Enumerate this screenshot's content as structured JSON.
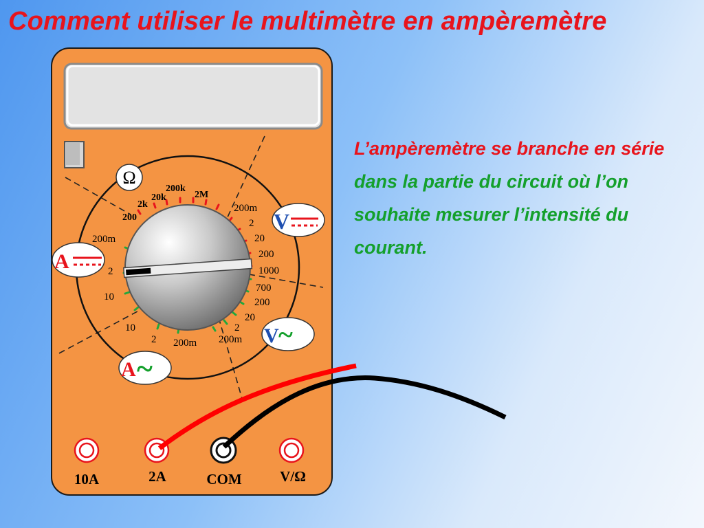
{
  "slide": {
    "title": "Comment utiliser le multimètre en ampèremètre",
    "text_red_1": "L’ampèremètre se branche ",
    "text_red_2": "en série",
    "text_green": " dans la partie du circuit où l’on souhaite mesurer l’intensité du courant."
  },
  "multimeter": {
    "labels": {
      "ohm": "Ω",
      "ohm_ranges": [
        "200",
        "2k",
        "20k",
        "200k",
        "2M"
      ],
      "vdc_ranges": [
        "200m",
        "2",
        "20",
        "200",
        "1000"
      ],
      "vac_ranges": [
        "700",
        "200",
        "20",
        "2",
        "200m"
      ],
      "aac_ranges": [
        "200m",
        "2",
        "10"
      ],
      "adc_ranges": [
        "10",
        "2",
        "200m"
      ]
    },
    "modes": {
      "vdc": "V",
      "vac": "V",
      "adc": "A",
      "aac": "A",
      "tilde": "~"
    },
    "terminals": [
      "10A",
      "2A",
      "COM",
      "V/Ω"
    ],
    "colors": {
      "body": "#f49443",
      "tick_red": "#e8141c",
      "tick_green": "#22a83c",
      "probe_red": "#ff0000",
      "probe_black": "#000000",
      "mode_v": "#1f4fb0",
      "mode_a": "#e8141c",
      "mode_tilde": "#14a02c"
    }
  }
}
